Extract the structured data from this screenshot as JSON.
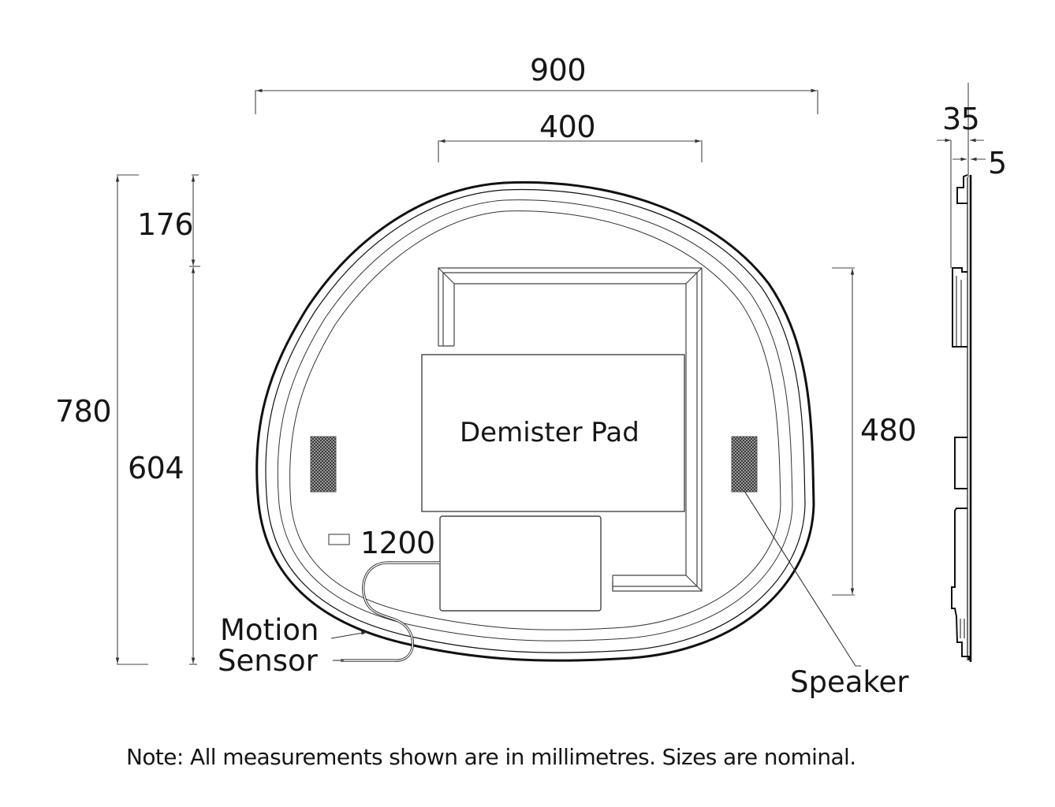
{
  "diagram": {
    "type": "technical-drawing",
    "subject": "Organic-shaped LED mirror with demister pad, speakers and motion sensor",
    "units": "mm"
  },
  "dimensions": {
    "overall_width": "900",
    "frame_width": "400",
    "overall_height": "780",
    "top_offset": "176",
    "lower_height": "604",
    "frame_height": "480",
    "depth_total": "35",
    "glass_thickness": "5",
    "cable_length": "1200"
  },
  "labels": {
    "demister_pad": "Demister Pad",
    "motion_sensor_line1": "Motion",
    "motion_sensor_line2": "Sensor",
    "speaker": "Speaker"
  },
  "note": "Note: All measurements shown are in millimetres. Sizes are nominal.",
  "colors": {
    "line": "#1a1a1a",
    "thin_line": "#555555",
    "speaker_fill": "#5a5a5a",
    "background": "#ffffff"
  }
}
